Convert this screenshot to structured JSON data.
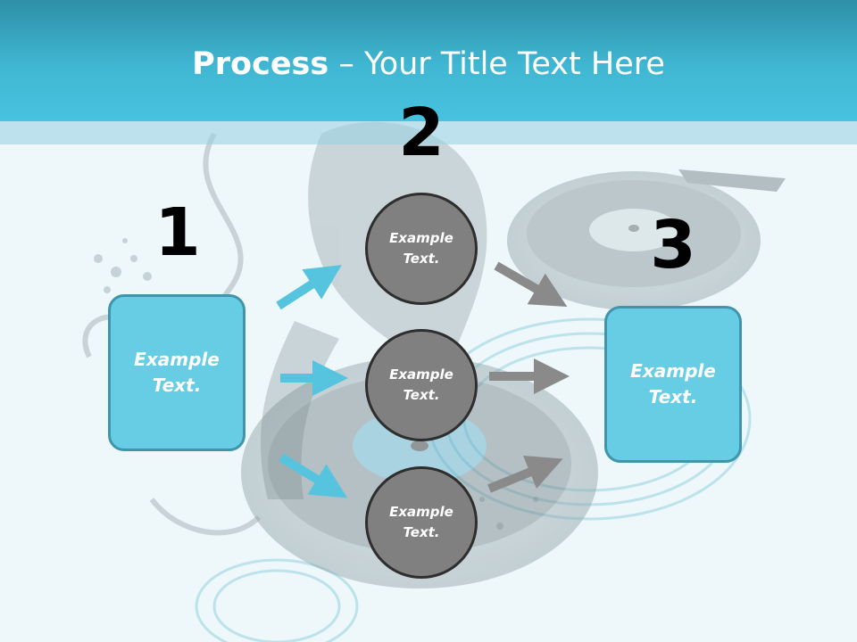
{
  "slide": {
    "title_bold": "Process",
    "title_separator": " – ",
    "title_rest": "Your Title Text Here"
  },
  "steps": [
    {
      "number": "1"
    },
    {
      "number": "2"
    },
    {
      "number": "3"
    }
  ],
  "left_box": {
    "text": "Example Text."
  },
  "right_box": {
    "text": "Example Text."
  },
  "circles": [
    {
      "text": "Example Text."
    },
    {
      "text": "Example Text."
    },
    {
      "text": "Example Text."
    }
  ],
  "colors": {
    "header": "#40b7d3",
    "box_fill": "#66cde4",
    "box_border": "#3f95ab",
    "circle_fill": "#808080",
    "arrow_blue": "#56c3df",
    "arrow_gray": "#8a8a8a"
  }
}
